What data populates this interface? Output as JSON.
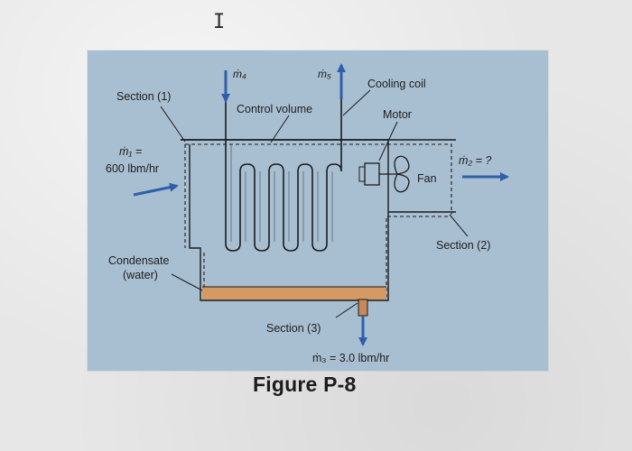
{
  "labels": {
    "section_1": "Section (1)",
    "m4": "ṁ₄",
    "m5": "ṁ₅",
    "cooling_coil": "Cooling coil",
    "control_volume": "Control volume",
    "motor": "Motor",
    "m1_eq": "ṁ₁ =",
    "m1_value": "600 lbm/hr",
    "m2_eq": "ṁ₂ = ?",
    "fan": "Fan",
    "section_2": "Section (2)",
    "condensate_line1": "Condensate",
    "condensate_line2": "(water)",
    "section_3": "Section (3)",
    "m3_eq": "ṁ₃ = 3.0 lbm/hr"
  },
  "caption": "Figure P-8",
  "cursor_glyph": "I",
  "colors": {
    "panel": "#a8bfd2",
    "arrow": "#2f5fa8",
    "line": "#1b1b1b",
    "condensate": "#d59a64"
  }
}
